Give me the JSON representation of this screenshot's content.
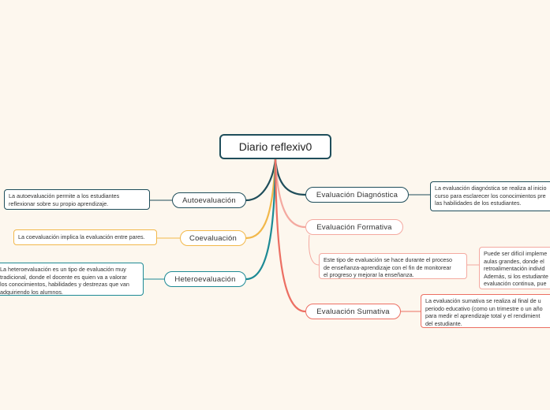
{
  "central": {
    "title": "Diario reflexiv0"
  },
  "colors": {
    "central_border": "#1f4e5b",
    "auto": "#1f4e5b",
    "coev": "#f2b84b",
    "hetero": "#1d8a95",
    "diag": "#1f4e5b",
    "form": "#f4a9a0",
    "sum": "#ec6f63"
  },
  "topics": {
    "autoevaluacion": "Autoevaluación",
    "coevaluacion": "Coevaluación",
    "heteroevaluacion": "Heteroevaluación",
    "diagnostica": "Evaluación Diagnóstica",
    "formativa": "Evaluación Formativa",
    "sumativa": "Evaluación Sumativa"
  },
  "notes": {
    "autoevaluacion": [
      "La autoevaluación permite a los estudiantes",
      "reflexionar sobre su propio aprendizaje."
    ],
    "coevaluacion": [
      "La coevaluación implica la evaluación entre pares."
    ],
    "heteroevaluacion": [
      "La heteroevaluación es un tipo de evaluación muy",
      "tradicional, donde el docente es quien va a valorar",
      "los conocimientos, habilidades y destrezas que van",
      "adquiriendo los alumnos."
    ],
    "diagnostica": [
      "La evaluación diagnóstica se realiza al inicio",
      "curso para esclarecer los conocimientos pre",
      "las habilidades de los estudiantes."
    ],
    "formativa": [
      "Este tipo de evaluación se hace durante el proceso",
      "de enseñanza-aprendizaje con el fin de monitorear",
      "el progreso y mejorar la enseñanza."
    ],
    "formativa_sub": [
      "Puede ser difícil impleme",
      "aulas grandes, donde el",
      "retroalimentación individ",
      "Además, si los estudiante",
      "evaluación continua, pue"
    ],
    "sumativa": [
      "La evaluación sumativa se realiza al final de u",
      "periodo educativo (como un trimestre o un año",
      "para medir el aprendizaje total y el rendimient",
      "del estudiante."
    ]
  }
}
